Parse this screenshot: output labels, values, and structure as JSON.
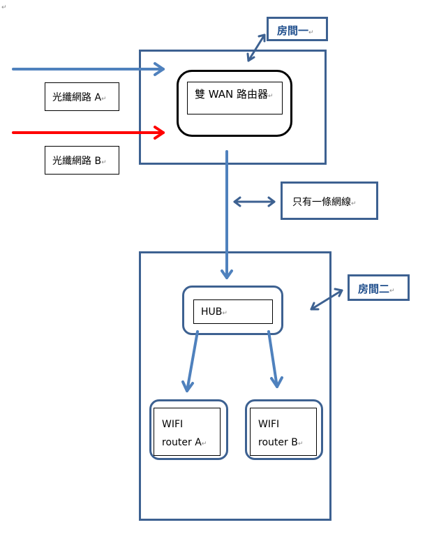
{
  "page_mark": "↵",
  "return_mark": "↵",
  "colors": {
    "room_border": "#3d6191",
    "line_blue": "#4f81bd",
    "line_red": "#ff0000",
    "label_text": "#1f4e8c"
  },
  "inputs": [
    {
      "label": "光纖網路 A",
      "line_color": "blue"
    },
    {
      "label": "光纖網路 B",
      "line_color": "red"
    }
  ],
  "room1": {
    "label": "房間一",
    "device": "雙 WAN 路由器"
  },
  "cable_note": "只有一條網線",
  "room2": {
    "label": "房間二",
    "hub": "HUB",
    "routers": [
      {
        "line1": "WIFI",
        "line2": "router A"
      },
      {
        "line1": "WIFI",
        "line2": "router B"
      }
    ]
  }
}
